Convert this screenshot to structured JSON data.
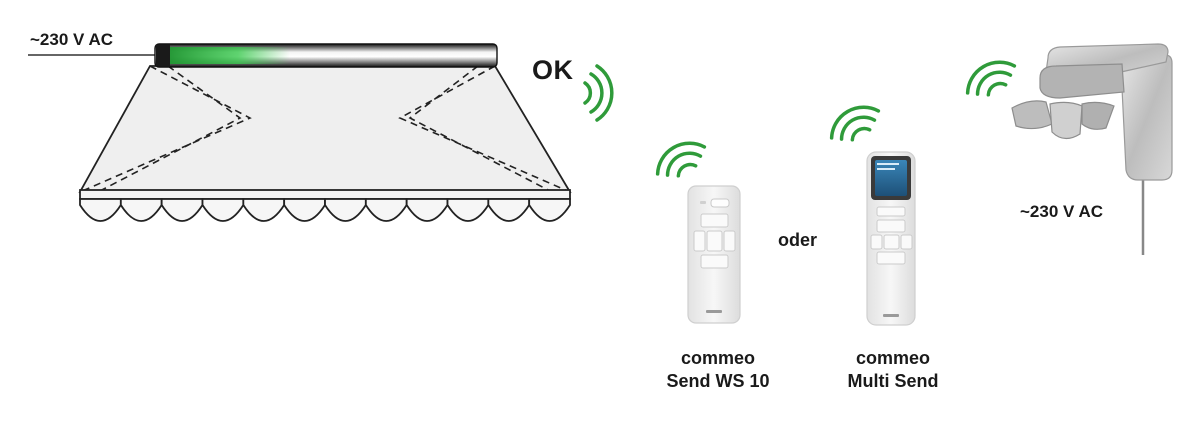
{
  "labels": {
    "voltage_awning": "~230 V AC",
    "status_ok": "OK",
    "oder": "oder",
    "voltage_sensor": "~230 V AC"
  },
  "devices": {
    "send_ws10": {
      "line1": "commeo",
      "line2": "Send WS 10"
    },
    "multi_send": {
      "line1": "commeo",
      "line2": "Multi Send"
    }
  },
  "colors": {
    "signal": "#2f9b3a",
    "outline": "#222222",
    "awning_fill": "#efefef",
    "tube_glow": "#36c24a",
    "device_body": "#f2f2f2",
    "sensor_metal": "#c2c2c2",
    "display_screen": "#2c6f9e"
  },
  "icons": {
    "signal": "wireless-signal-icon",
    "awning": "awning-icon",
    "remote": "remote-control-icon",
    "sensor": "sun-wind-sensor-icon"
  }
}
